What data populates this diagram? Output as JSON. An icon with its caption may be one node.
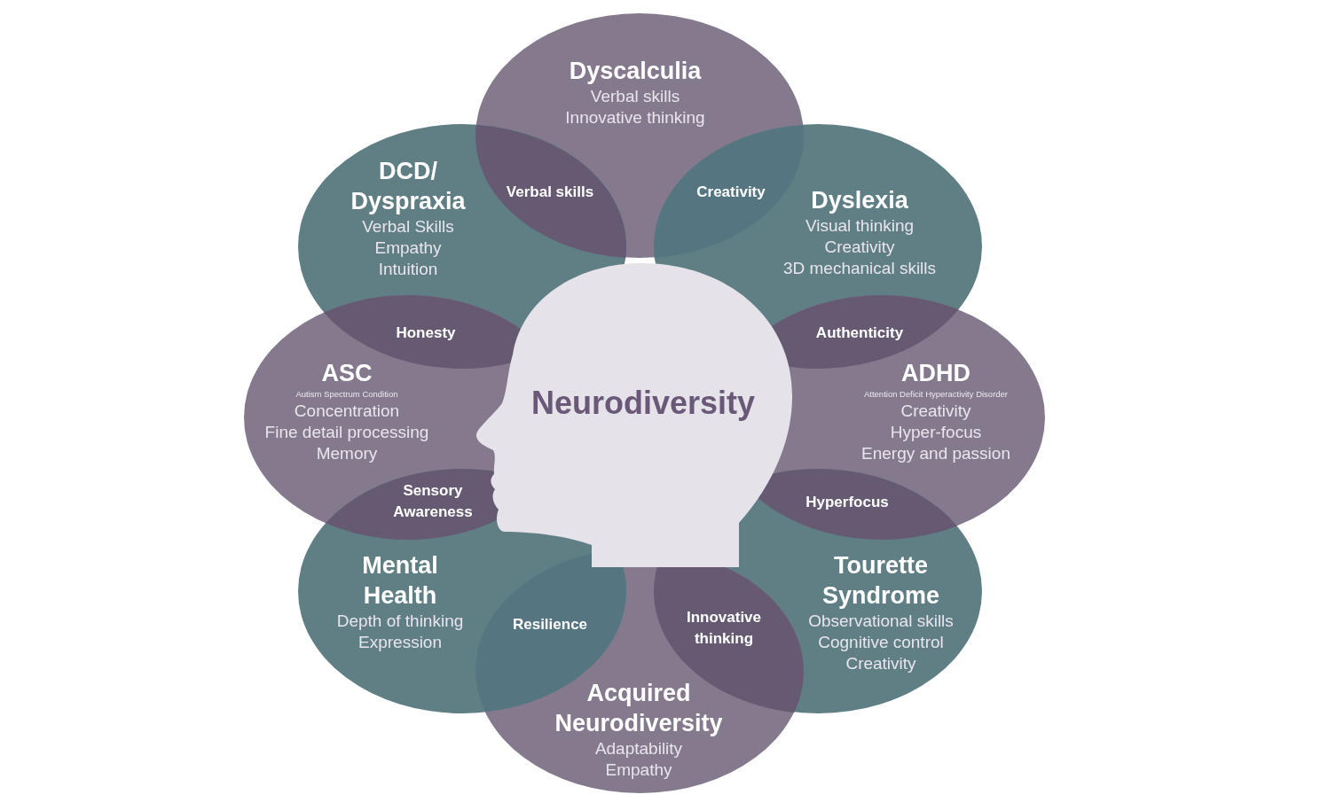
{
  "diagram": {
    "nodes": [
      {
        "text": [
          "Dyscalculia",
          "Verbal skills",
          "Innovative thinking"
        ]
      },
      {
        "text": [
          "DCD/ Dyspraxia",
          "Verbal Skills",
          "Empathy",
          "Intuition"
        ]
      },
      {
        "text": [
          "Verbal skills"
        ]
      },
      {
        "text": [
          "Creativity"
        ]
      },
      {
        "text": [
          "Dyslexia",
          "Visual thinking",
          "Creativity",
          "3D mechanical skills"
        ]
      },
      {
        "text": [
          "Honesty"
        ]
      },
      {
        "text": [
          "Authenticity"
        ]
      },
      {
        "text": [
          "ASC",
          "Autism Spectrum Condition",
          "Concentration",
          "Fine detail processing",
          "Memory"
        ]
      },
      {
        "text": [
          "Neurodiversity"
        ]
      },
      {
        "text": [
          "ADHD",
          "Attention Deficit Hyperactivity Disorder",
          "Creativity",
          "Hyper-focus",
          "Energy and passion"
        ]
      },
      {
        "text": [
          "Sensory Awareness"
        ]
      },
      {
        "text": [
          "Hyperfocus"
        ]
      },
      {
        "text": [
          "Mental Health",
          "Depth of thinking",
          "Expression"
        ]
      },
      {
        "text": [
          "Tourette Syndrome",
          "Observational skills",
          "Cognitive control",
          "Creativity"
        ]
      },
      {
        "text": [
          "Resilience"
        ]
      },
      {
        "text": [
          "Innovative thinking"
        ]
      },
      {
        "text": [
          "Acquired Neurodiversity",
          "Adaptability",
          "Empathy"
        ]
      }
    ]
  }
}
